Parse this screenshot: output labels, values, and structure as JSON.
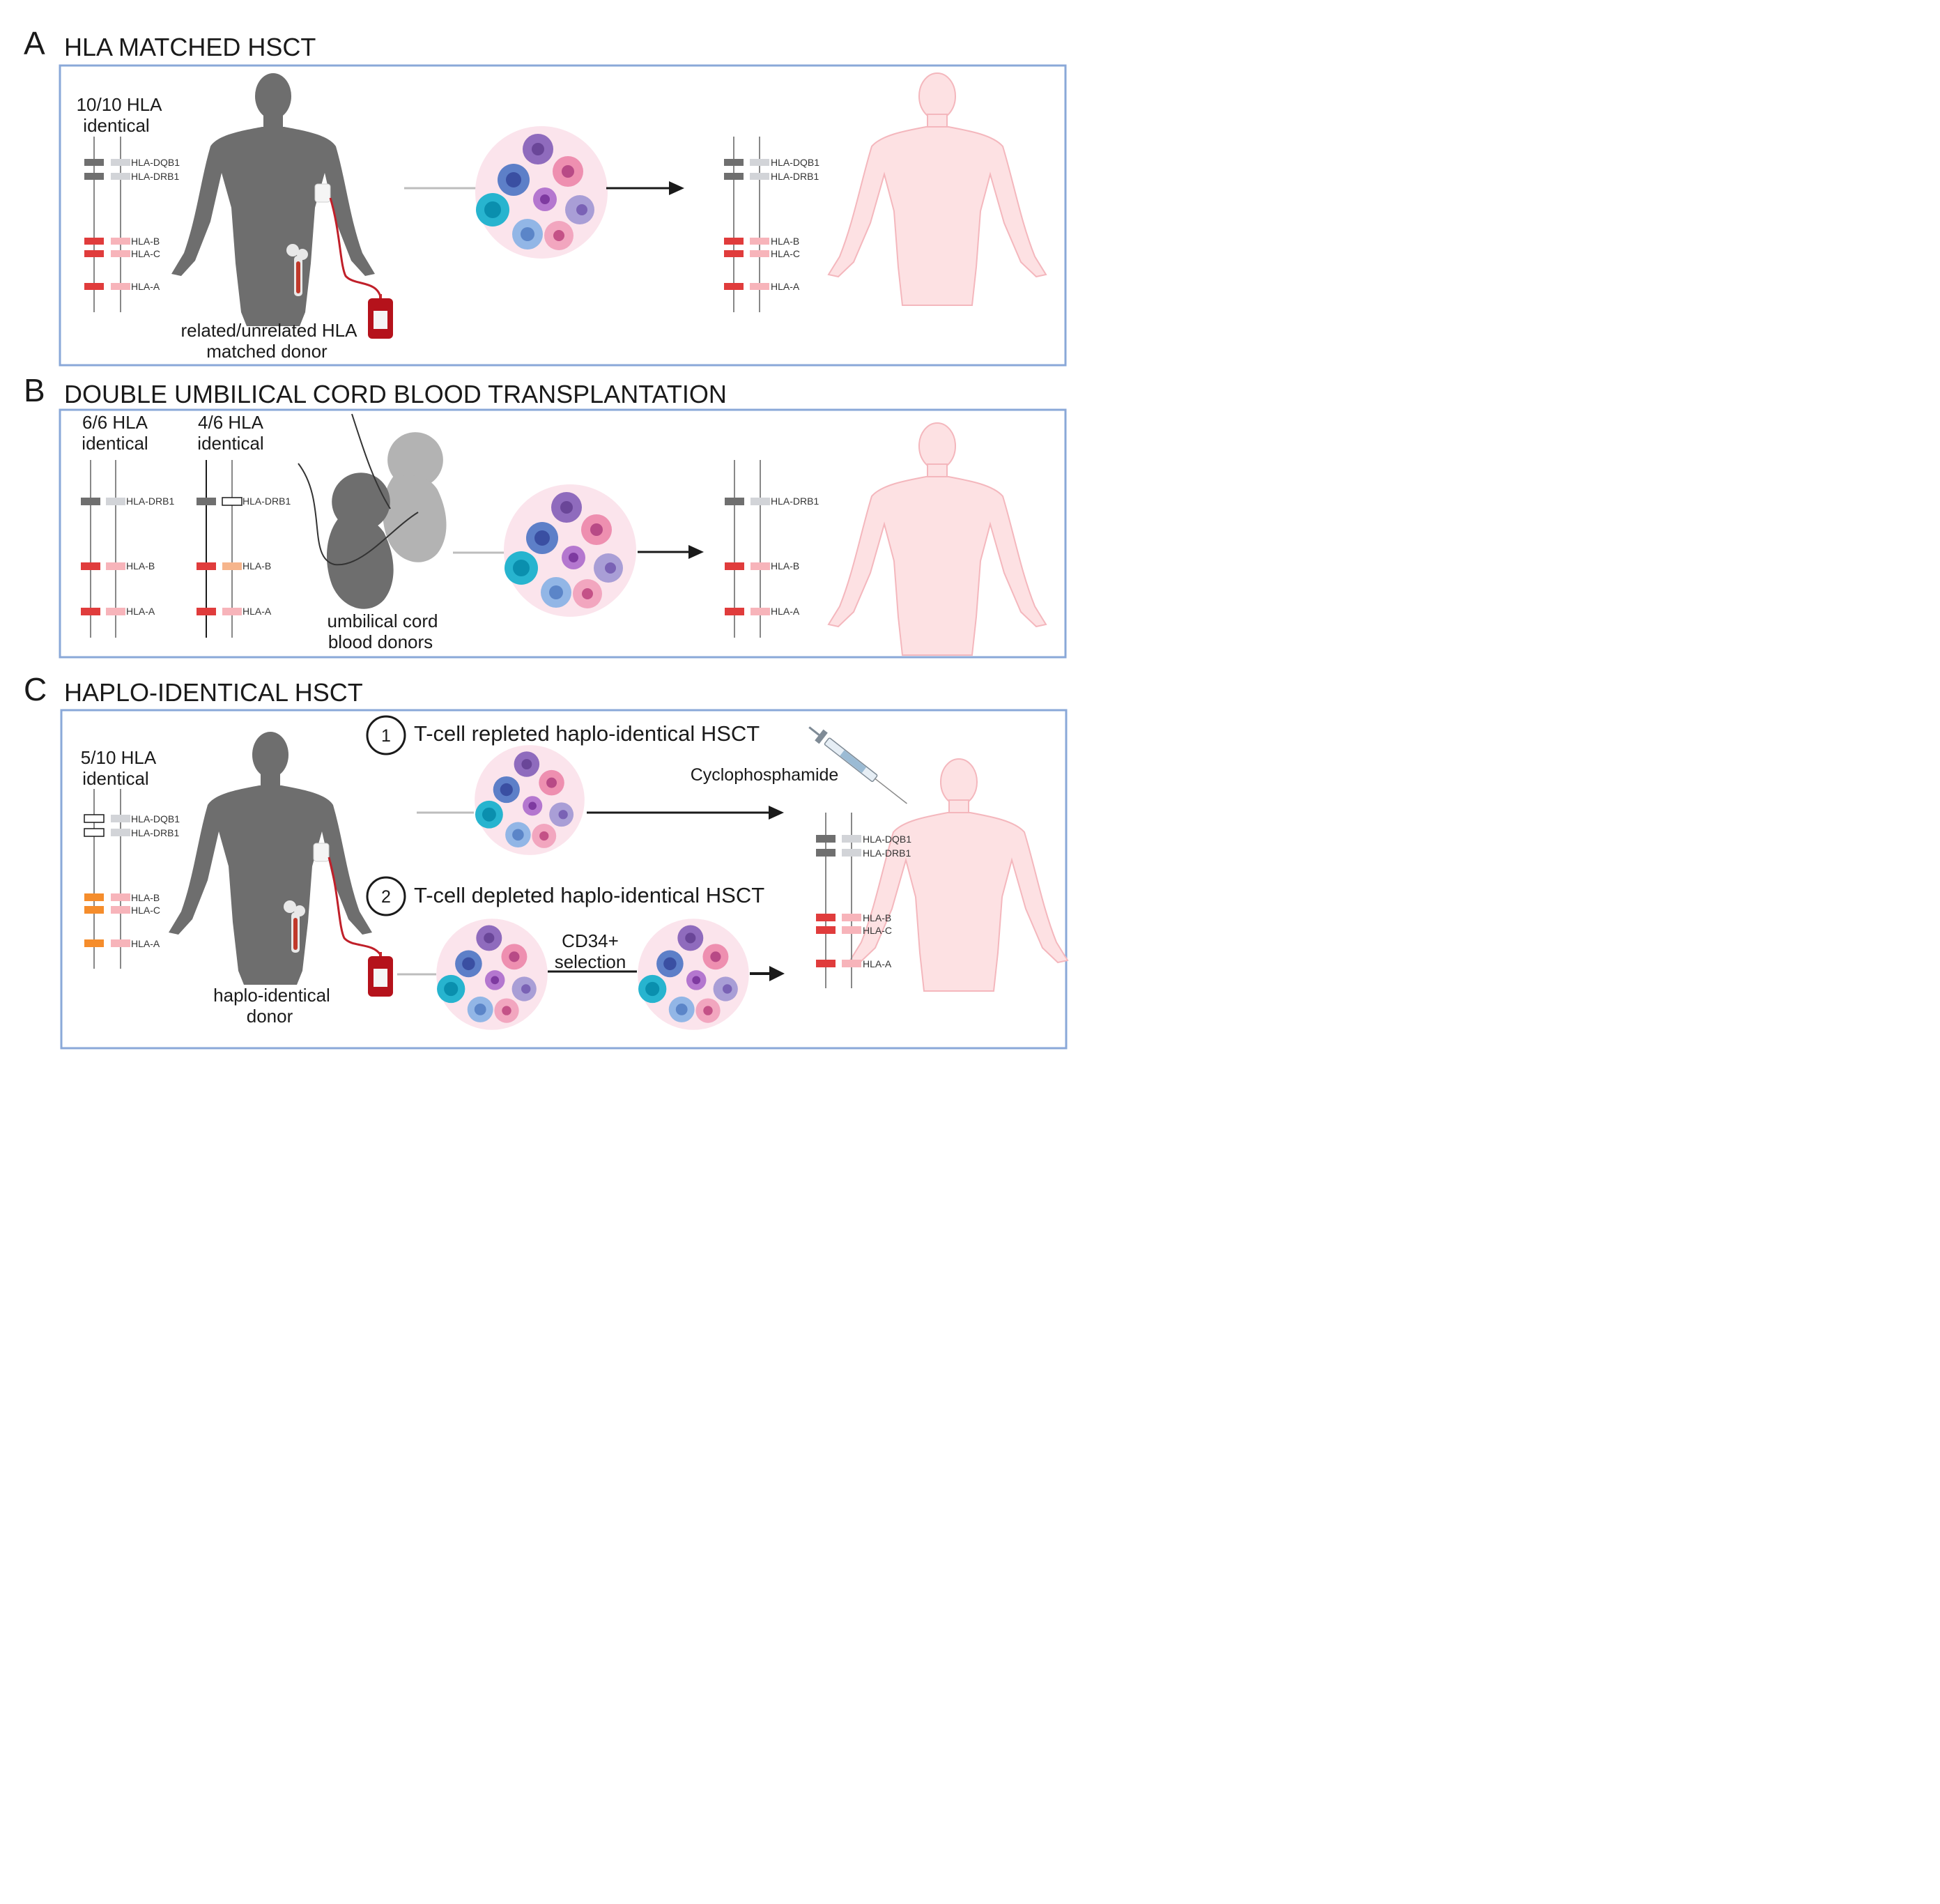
{
  "panels": {
    "a": {
      "letter": "A",
      "title": "HLA MATCHED HSCT",
      "identity": [
        "10/10 HLA",
        "identical"
      ],
      "donor": [
        "related/unrelated HLA",
        "matched donor"
      ],
      "loci": [
        "HLA-DQB1",
        "HLA-DRB1",
        "HLA-B",
        "HLA-C",
        "HLA-A"
      ]
    },
    "b": {
      "letter": "B",
      "title": "DOUBLE UMBILICAL CORD BLOOD TRANSPLANTATION",
      "identity1": [
        "6/6 HLA",
        "identical"
      ],
      "identity2": [
        "4/6 HLA",
        "identical"
      ],
      "donor": [
        "umbilical cord",
        "blood donors"
      ],
      "loci": [
        "HLA-DRB1",
        "HLA-B",
        "HLA-A"
      ]
    },
    "c": {
      "letter": "C",
      "title": "HAPLO-IDENTICAL HSCT",
      "identity": [
        "5/10 HLA",
        "identical"
      ],
      "donor": [
        "haplo-identical",
        "donor"
      ],
      "step1_number": "1",
      "step1": "T-cell repleted haplo-identical HSCT",
      "step2_number": "2",
      "step2": "T-cell depleted haplo-identical HSCT",
      "drug": "Cyclophosphamide",
      "selection": [
        "CD34+",
        "selection"
      ],
      "loci": [
        "HLA-DQB1",
        "HLA-DRB1",
        "HLA-B",
        "HLA-C",
        "HLA-A"
      ]
    }
  },
  "colors": {
    "panel_border": "#8aa8d8",
    "donor_silhouette": "#6e6e6e",
    "recipient_body": "#fde1e3",
    "recipient_outline": "#f4b7bd",
    "allele_match_red": "#e03c3c",
    "allele_light_pink": "#f7b4ba",
    "allele_grey": "#6f6f6f",
    "allele_light_grey": "#d2d4d8",
    "allele_mismatch_orange": "#f58d2c",
    "allele_partial_peach": "#f6b58c",
    "cell_circle": "#fbe4ec"
  },
  "icons": [
    "donor-silhouette-icon",
    "recipient-silhouette-icon",
    "blood-bag-icon",
    "femur-bone-icon",
    "stem-cell-cluster-icon",
    "fetus-icon",
    "syringe-icon",
    "arrow-right-icon"
  ]
}
